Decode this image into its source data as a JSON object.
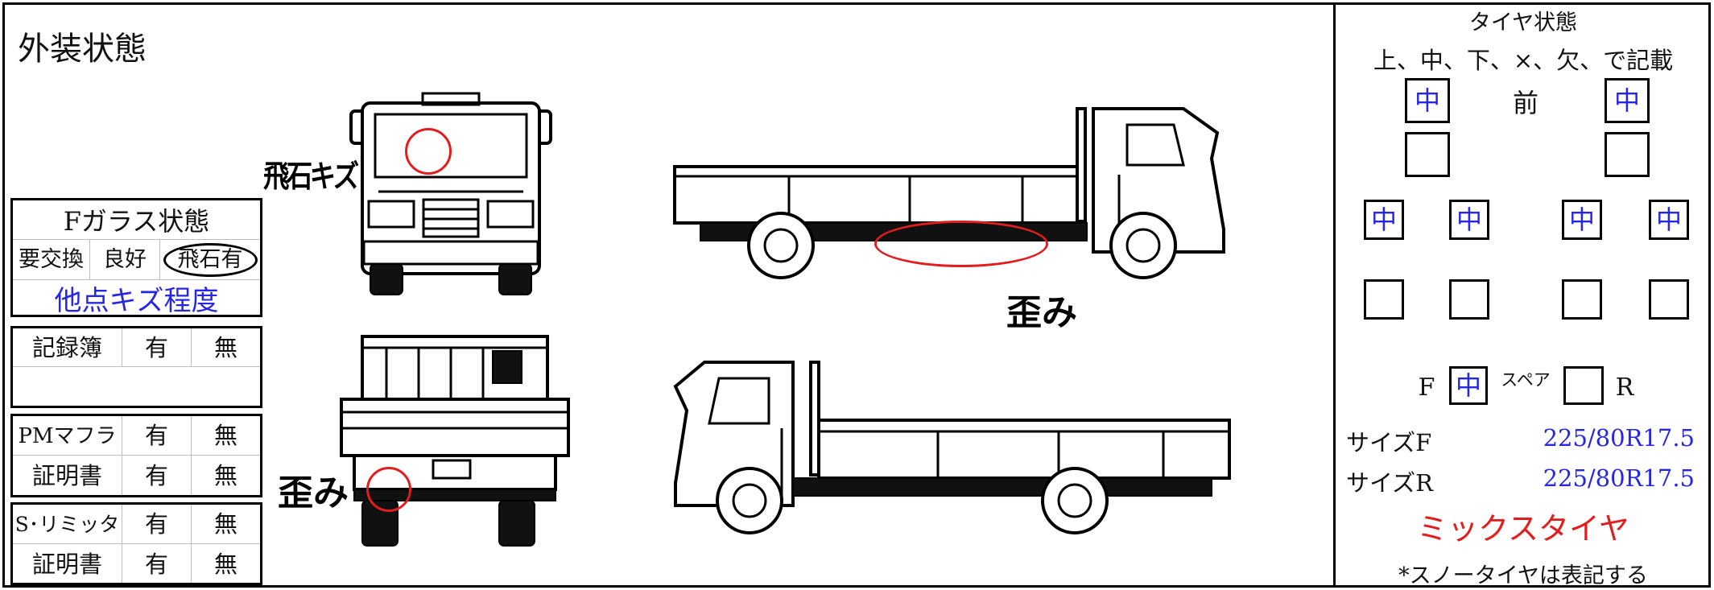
{
  "title": "外装状態",
  "fglass": {
    "heading": "Fガラス状態",
    "opt1": "要交換",
    "opt2": "良好",
    "opt3": "飛石有",
    "other": "他点キズ程度"
  },
  "records": {
    "label": "記録簿",
    "yes": "有",
    "no": "無"
  },
  "pm": {
    "label": "PMマフラ",
    "yes": "有",
    "no": "無",
    "cert": "証明書",
    "cert_yes": "有",
    "cert_no": "無"
  },
  "slimit": {
    "label": "S･リミッタ",
    "yes": "有",
    "no": "無",
    "cert": "証明書",
    "cert_yes": "有",
    "cert_no": "無"
  },
  "notes": {
    "chip": "飛石キズ",
    "warp1": "歪み",
    "warp2": "歪み"
  },
  "tire": {
    "title": "タイヤ状態",
    "instruction": "上、中、下、×、欠、で記載",
    "front_label": "前",
    "front_left": "中",
    "front_right": "中",
    "rear": [
      "中",
      "中",
      "中",
      "中"
    ],
    "spare_f": "F",
    "spare_value": "中",
    "spare_label": "スペア",
    "spare_r": "R",
    "size_f_label": "サイズF",
    "size_f_value": "225/80R17.5",
    "size_r_label": "サイズR",
    "size_r_value": "225/80R17.5",
    "mix": "ミックスタイヤ",
    "footnote": "*スノータイヤは表記する"
  },
  "colors": {
    "blue": "#2626e6",
    "red": "#e11d1d"
  }
}
